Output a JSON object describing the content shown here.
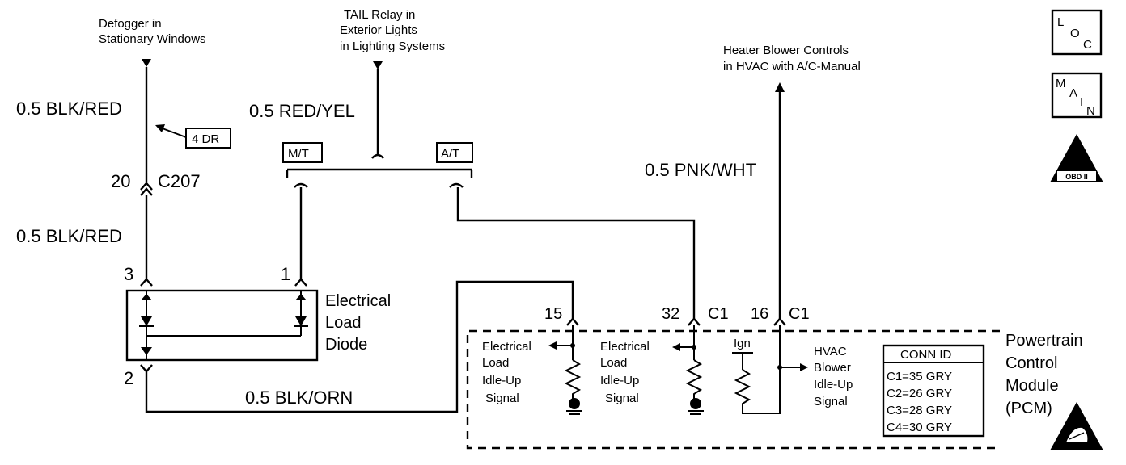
{
  "destinations": {
    "defogger": [
      "Defogger in",
      "Stationary Windows"
    ],
    "tail_relay": [
      "TAIL Relay in",
      "Exterior Lights",
      "in Lighting Systems"
    ],
    "heater_blower": [
      "Heater Blower Controls",
      "in HVAC with A/C-Manual"
    ]
  },
  "wires": {
    "blk_red_top": "0.5 BLK/RED",
    "blk_red_bottom": "0.5 BLK/RED",
    "red_yel": "0.5 RED/YEL",
    "pnk_wht": "0.5 PNK/WHT",
    "blk_orn": "0.5 BLK/ORN"
  },
  "tags": {
    "four_door": "4 DR",
    "mt": "M/T",
    "at": "A/T"
  },
  "connector": {
    "pin": "20",
    "name": "C207"
  },
  "diode": {
    "pin_3": "3",
    "pin_1": "1",
    "pin_2": "2",
    "label": [
      "Electrical",
      "Load",
      "Diode"
    ]
  },
  "pcm": {
    "label": [
      "Powertrain",
      "Control",
      "Module",
      "(PCM)"
    ],
    "pin_15": "15",
    "pin_32": "32",
    "pin_32_conn": "C1",
    "pin_16": "16",
    "pin_16_conn": "C1",
    "signal_a": [
      "Electrical",
      "Load",
      "Idle-Up",
      "Signal"
    ],
    "signal_b": [
      "Electrical",
      "Load",
      "Idle-Up",
      "Signal"
    ],
    "ign": "Ign",
    "signal_c": [
      "HVAC",
      "Blower",
      "Idle-Up",
      "Signal"
    ]
  },
  "conn_id": {
    "title": "CONN ID",
    "rows": [
      "C1=35 GRY",
      "C2=26 GRY",
      "C3=28 GRY",
      "C4=30 GRY"
    ]
  },
  "icons": {
    "loc": [
      "L",
      "O",
      "C"
    ],
    "main": [
      "M",
      "A",
      "I",
      "N"
    ],
    "obd": {
      "num": "II",
      "text": "OBD II"
    }
  }
}
